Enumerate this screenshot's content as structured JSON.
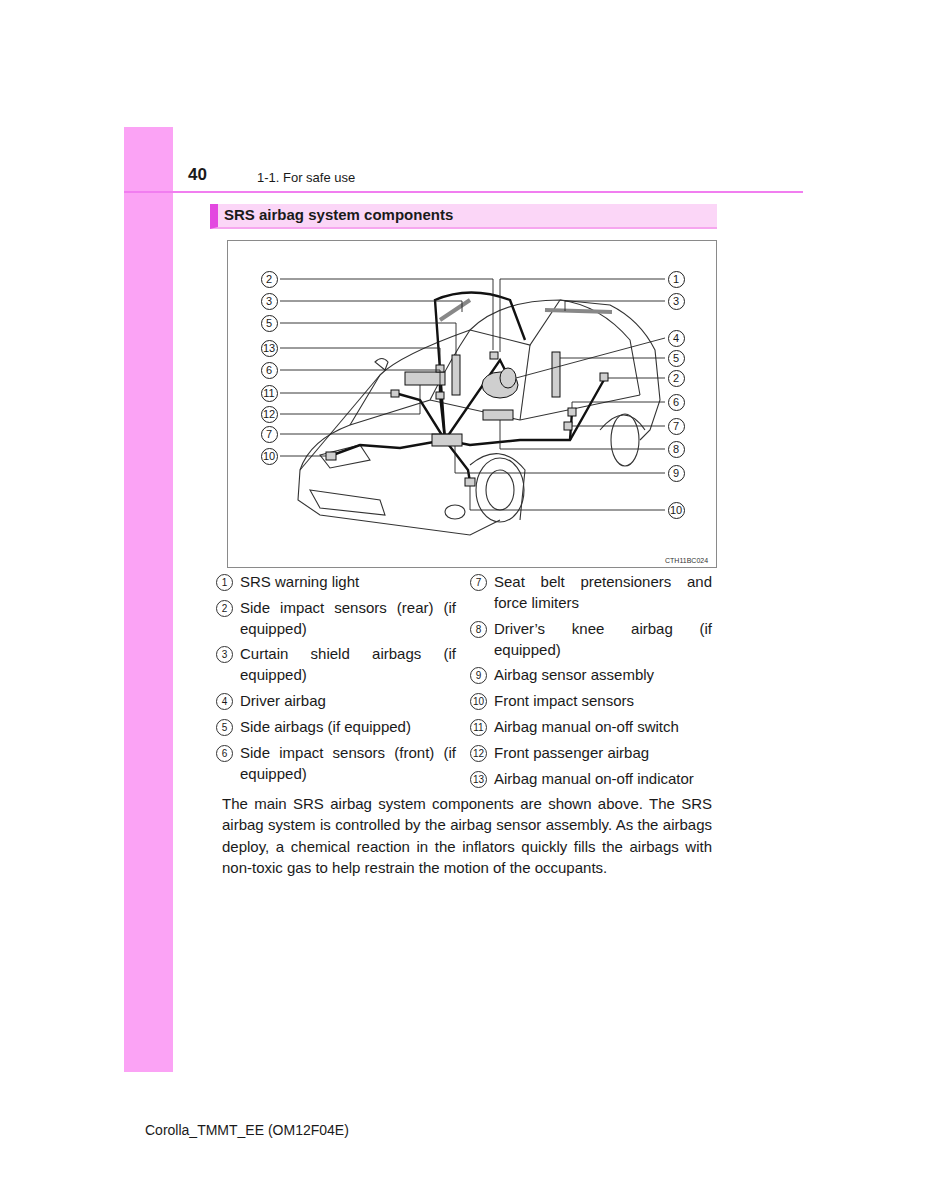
{
  "diagram": {
    "nodes": [
      {
        "text": [
          "SRS airbag system components"
        ]
      }
    ],
    "labels": [
      "40",
      "1-1. For safe use",
      "2",
      "3",
      "5",
      "13",
      "6",
      "11",
      "12",
      "7",
      "10",
      "1",
      "3",
      "4",
      "5",
      "2",
      "6",
      "7",
      "8",
      "9",
      "10",
      "CTH11BC024",
      "1",
      "SRS warning light",
      "2",
      "Side impact sensors (rear) (if equipped)",
      "3",
      "Curtain shield airbags (if equipped)",
      "4",
      "Driver airbag",
      "5",
      "Side airbags (if equipped)",
      "6",
      "Side impact sensors (front) (if equipped)",
      "7",
      "Seat belt pretensioners and force limiters",
      "8",
      "Driver’s knee airbag (if equipped)",
      "9",
      "Airbag sensor assembly",
      "10",
      "Front impact sensors",
      "11",
      "Airbag manual on-off switch",
      "12",
      "Front passenger airbag",
      "13",
      "Airbag manual on-off indicator",
      "The main SRS airbag system components are shown above. The SRS airbag system is controlled by the airbag sensor assembly. As the airbags deploy, a chemical reaction in the inflators quickly fills the airbags with non-toxic gas to help restrain the motion of the occupants.",
      "Corolla_TMMT_EE (OM12F04E)"
    ]
  }
}
